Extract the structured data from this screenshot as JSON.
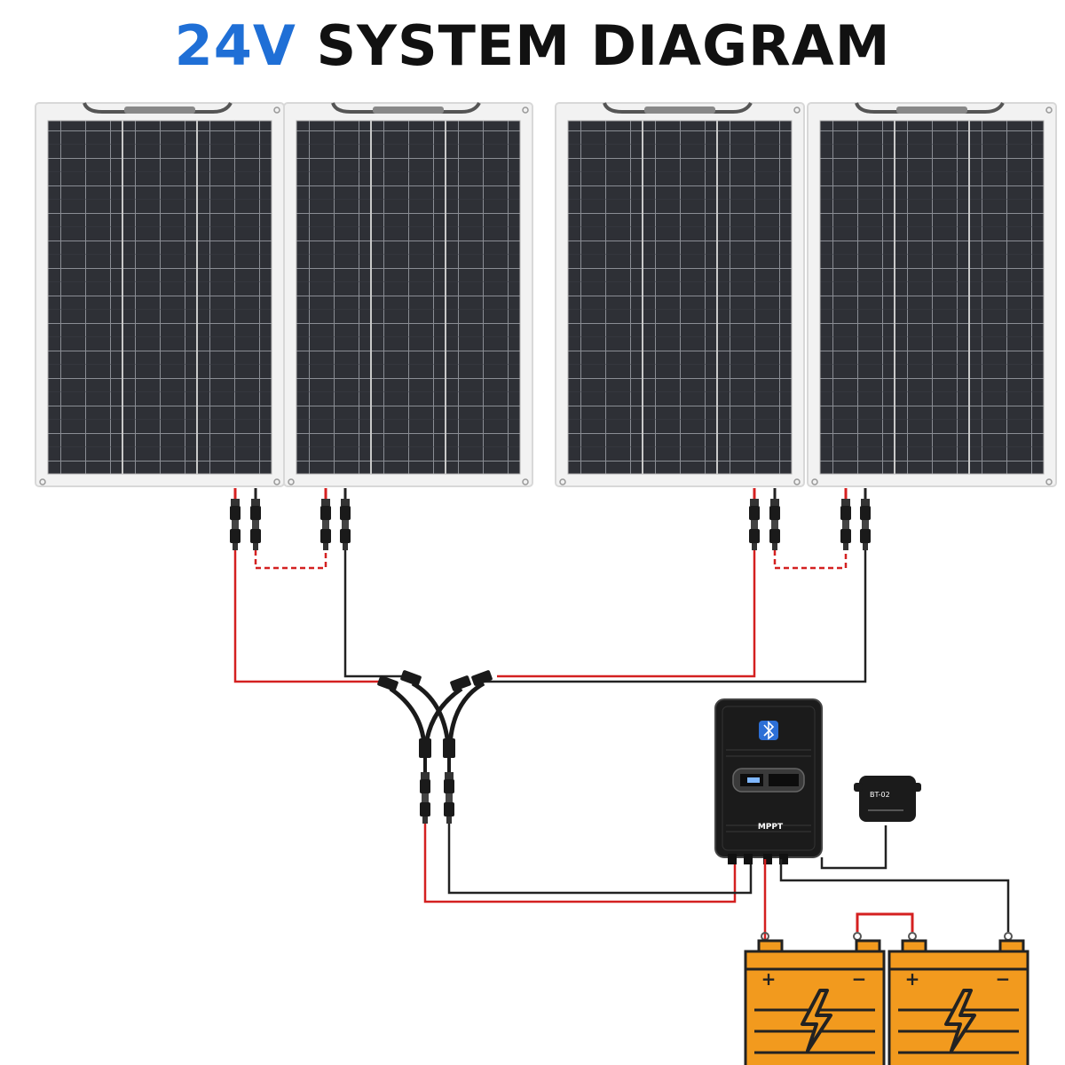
{
  "title": {
    "accent": "24V",
    "rest": "SYSTEM DIAGRAM"
  },
  "controller": {
    "label": "MPPT"
  },
  "bluetooth_module": {
    "label": "BT-02"
  },
  "battery": {
    "plus": "+",
    "minus": "−"
  },
  "colors": {
    "title_accent": "#1f6fd6",
    "positive_wire": "#d42020",
    "negative_wire": "#222222",
    "battery": "#f29a1e",
    "controller": "#1b1b1b",
    "panel_cell": "#2e3036"
  },
  "icons": [
    "solar-panel-icon",
    "mc4-connector-icon",
    "y-branch-icon",
    "bluetooth-icon",
    "battery-icon",
    "lightning-icon"
  ]
}
